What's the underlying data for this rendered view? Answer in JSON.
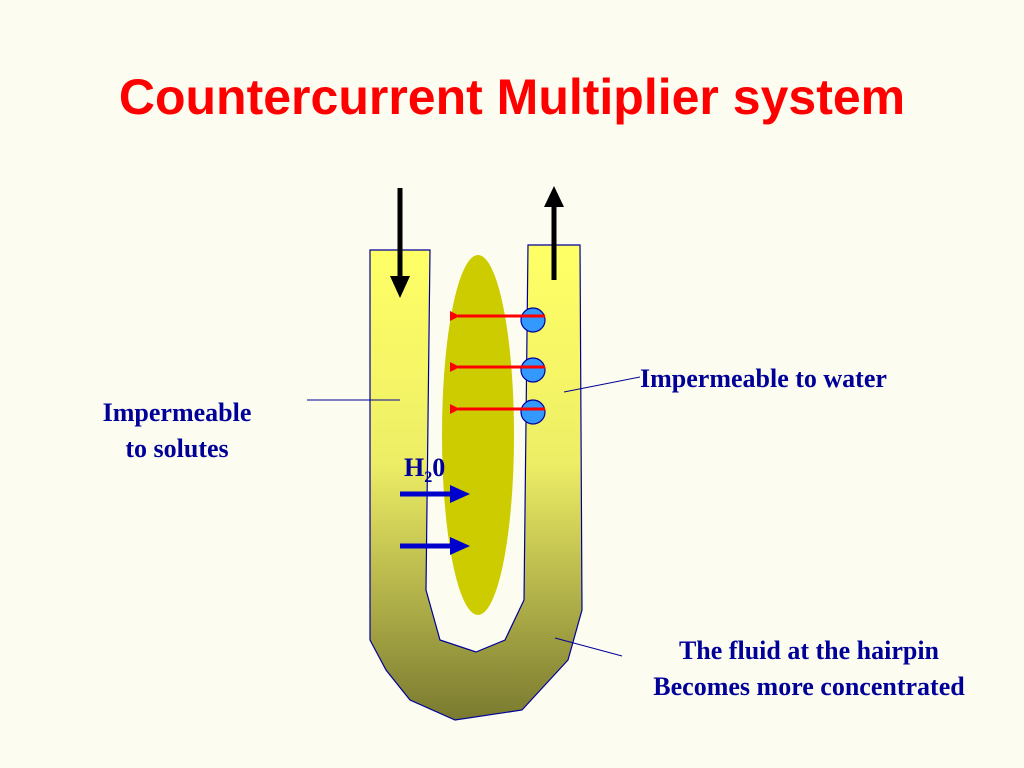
{
  "slide": {
    "title": "Countercurrent Multiplier system"
  },
  "labels": {
    "solutes_line1": "Impermeable",
    "solutes_line2": "to solutes",
    "water": "Impermeable to water",
    "hairpin_line1": "The fluid at the hairpin",
    "hairpin_line2": "Becomes more concentrated"
  },
  "water_symbol": {
    "base": "H",
    "subscript": "2",
    "tail": "0"
  },
  "colors": {
    "title": "#FF0000",
    "label_text": "#000099",
    "tube_top": "#FFFF66",
    "tube_bottom": "#7A7A30",
    "interstitial": "#CCCC00",
    "ion_pump": "#3399FF",
    "solute_arrow": "#FF0000",
    "water_arrow": "#0000CC",
    "flow_arrow": "#000000",
    "background": "#FCFCF0"
  }
}
